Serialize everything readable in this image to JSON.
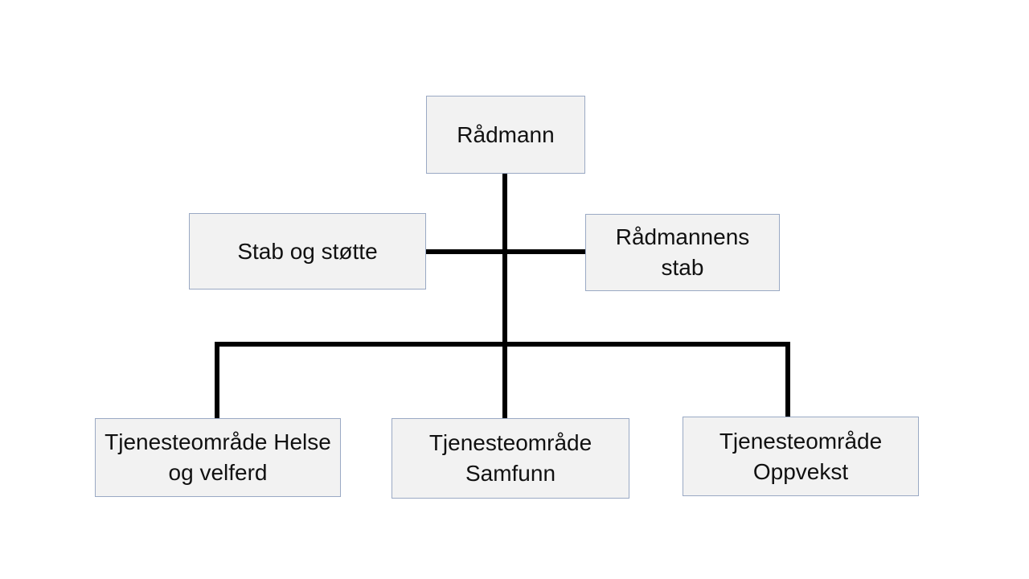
{
  "colors": {
    "background": "#ffffff",
    "box-fill": "#f2f2f2",
    "box-border": "#9aa9c4",
    "line": "#000000",
    "text": "#111111"
  },
  "chart": {
    "type": "org-chart",
    "nodes": {
      "radmann": {
        "label": "Rådmann"
      },
      "stab_og_stotte": {
        "label": "Stab og støtte"
      },
      "radmannens_stab": {
        "label": "Rådmannens stab"
      },
      "helse": {
        "label": "Tjenesteområde Helse og velferd"
      },
      "samfunn": {
        "label": "Tjenesteområde Samfunn"
      },
      "oppvekst": {
        "label": "Tjenesteområde Oppvekst"
      }
    },
    "edges": [
      {
        "from": "radmann",
        "to": "stab_og_stotte"
      },
      {
        "from": "radmann",
        "to": "radmannens_stab"
      },
      {
        "from": "radmann",
        "to": "helse"
      },
      {
        "from": "radmann",
        "to": "samfunn"
      },
      {
        "from": "radmann",
        "to": "oppvekst"
      }
    ]
  }
}
